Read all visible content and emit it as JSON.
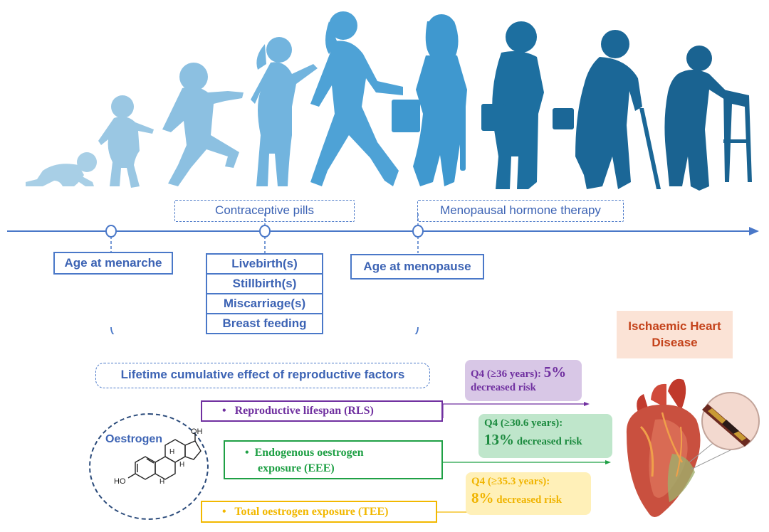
{
  "timeline_top": {
    "contraceptive": "Contraceptive pills",
    "mht": "Menopausal hormone therapy"
  },
  "milestones": {
    "menarche": "Age at menarche",
    "menopause": "Age at menopause"
  },
  "pregnancy_items": [
    "Livebirth(s)",
    "Stillbirth(s)",
    "Miscarriage(s)",
    "Breast feeding"
  ],
  "lifetime_label": "Lifetime cumulative effect of reproductive factors",
  "outcome": "Ischaemic Heart Disease",
  "factors": [
    {
      "bullet": "•",
      "label": "Reproductive lifespan (RLS)",
      "color": "#7030a0"
    },
    {
      "bullet": "•",
      "label_line1": "Endogenous oestrogen",
      "label_line2": "exposure (EEE)",
      "color": "#1fa045"
    },
    {
      "bullet": "•",
      "label": "Total oestrogen exposure (TEE)",
      "color": "#f2b800"
    }
  ],
  "risks": [
    {
      "q": "Q4 (≥36 years):",
      "pct": "5%",
      "rest": "decreased risk",
      "color": "#7030a0",
      "bg": "#d8c7e6"
    },
    {
      "q": "Q4 (≥30.6 years):",
      "pct": "13%",
      "rest": "decreased risk",
      "color": "#1b8a3e",
      "bg": "#bfe6cb"
    },
    {
      "q": "Q4 (≥35.3 years):",
      "pct": "8%",
      "rest": "decreased risk",
      "color": "#f0b400",
      "bg": "#fff0b8"
    }
  ],
  "oestrogen": {
    "title": "Oestrogen",
    "oh_top": "OH",
    "ho_left": "HO",
    "h1": "H",
    "h2": "H",
    "h3": "H"
  },
  "colors": {
    "timeline_blue": "#4a78c8",
    "text_blue": "#3c63b4",
    "silhouettes": [
      "#a8cfe6",
      "#94c3e2",
      "#80b8de",
      "#5aa8d8",
      "#3f98cf",
      "#2f8cc5",
      "#1d6fa0",
      "#1b6797",
      "#1a6391",
      "#195f8c"
    ],
    "outcome_bg": "#fbe3d6",
    "outcome_text": "#c4421a"
  },
  "icons": [
    "baby-crawling-icon",
    "toddler-icon",
    "child-running-icon",
    "girl-icon",
    "young-woman-icon",
    "woman-with-bags-icon",
    "middle-aged-woman-icon",
    "elderly-woman-cane-icon",
    "elderly-woman-walker-icon",
    "heart-icon",
    "artery-icon",
    "oestrogen-molecule-icon"
  ]
}
